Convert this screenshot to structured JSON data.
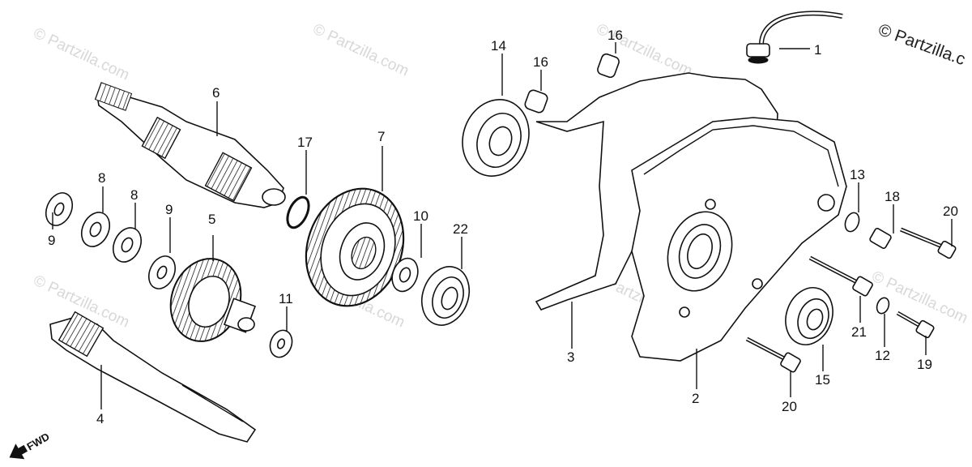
{
  "watermark": "© Partzilla.com",
  "corner_watermark": "© Partzilla.c",
  "direction_label": "FWD",
  "callouts": [
    {
      "id": "c1",
      "text": "1"
    },
    {
      "id": "c2",
      "text": "2"
    },
    {
      "id": "c3",
      "text": "3"
    },
    {
      "id": "c4",
      "text": "4"
    },
    {
      "id": "c5",
      "text": "5"
    },
    {
      "id": "c6",
      "text": "6"
    },
    {
      "id": "c7",
      "text": "7"
    },
    {
      "id": "c8a",
      "text": "8"
    },
    {
      "id": "c8b",
      "text": "8"
    },
    {
      "id": "c9a",
      "text": "9"
    },
    {
      "id": "c9b",
      "text": "9"
    },
    {
      "id": "c10",
      "text": "10"
    },
    {
      "id": "c11",
      "text": "11"
    },
    {
      "id": "c12",
      "text": "12"
    },
    {
      "id": "c13",
      "text": "13"
    },
    {
      "id": "c14",
      "text": "14"
    },
    {
      "id": "c15",
      "text": "15"
    },
    {
      "id": "c16a",
      "text": "16"
    },
    {
      "id": "c16b",
      "text": "16"
    },
    {
      "id": "c17",
      "text": "17"
    },
    {
      "id": "c18",
      "text": "18"
    },
    {
      "id": "c19",
      "text": "19"
    },
    {
      "id": "c20a",
      "text": "20"
    },
    {
      "id": "c20b",
      "text": "20"
    },
    {
      "id": "c21",
      "text": "21"
    },
    {
      "id": "c22",
      "text": "22"
    }
  ]
}
